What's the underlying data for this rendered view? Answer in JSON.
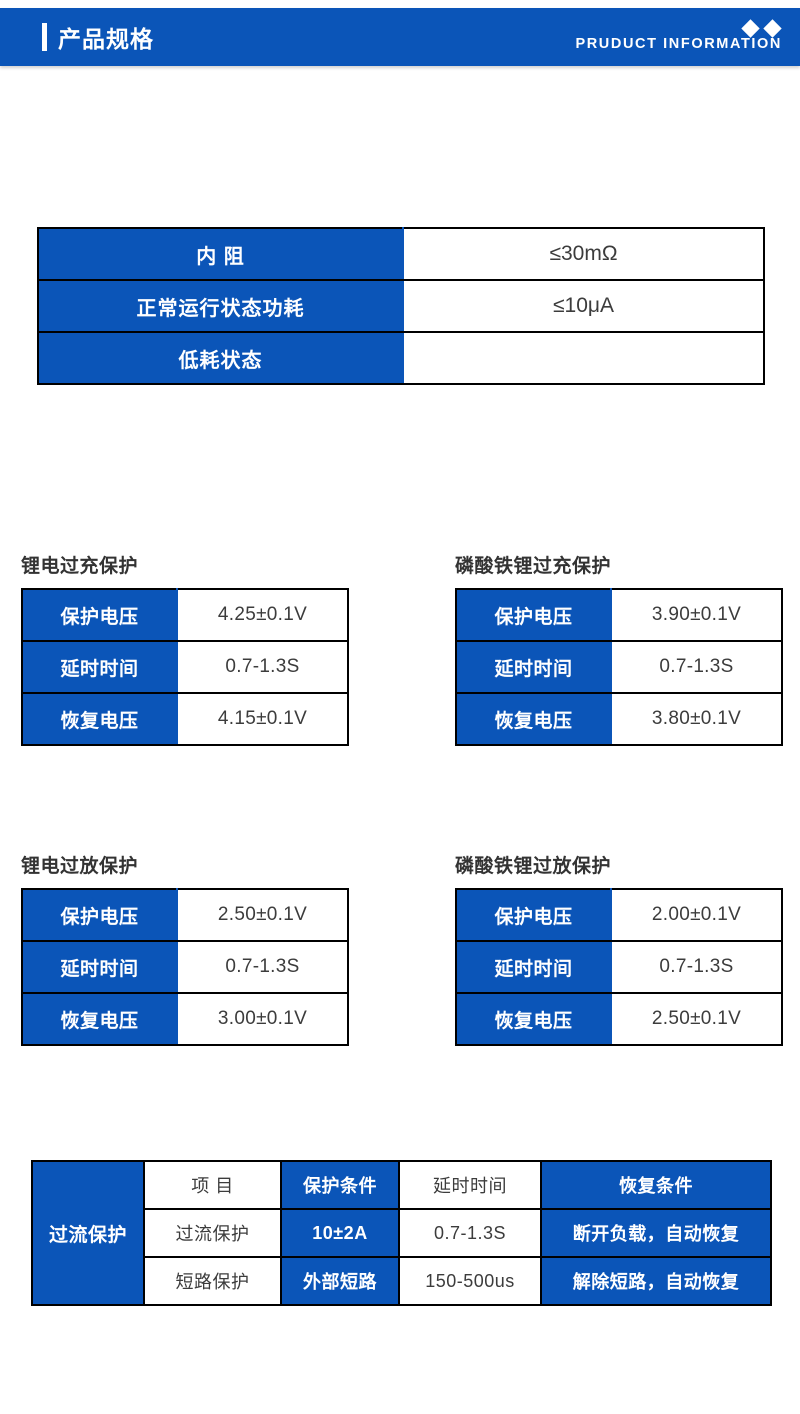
{
  "header": {
    "title": "产品规格",
    "subtitle": "PRUDUCT INFORMATION",
    "accent_color": "#0B55B8",
    "diamond_count": 2
  },
  "specs_table": {
    "rows": [
      {
        "label": "内  阻",
        "value": "≤30mΩ"
      },
      {
        "label": "正常运行状态功耗",
        "value": "≤10μA"
      },
      {
        "label": "低耗状态",
        "value": ""
      }
    ]
  },
  "overcharge_lithium": {
    "title": "锂电过充保护",
    "rows": [
      {
        "label": "保护电压",
        "value": "4.25±0.1V"
      },
      {
        "label": "延时时间",
        "value": "0.7-1.3S"
      },
      {
        "label": "恢复电压",
        "value": "4.15±0.1V"
      }
    ]
  },
  "overcharge_lifepo4": {
    "title": "磷酸铁锂过充保护",
    "rows": [
      {
        "label": "保护电压",
        "value": "3.90±0.1V"
      },
      {
        "label": "延时时间",
        "value": "0.7-1.3S"
      },
      {
        "label": "恢复电压",
        "value": "3.80±0.1V"
      }
    ]
  },
  "overdischarge_lithium": {
    "title": "锂电过放保护",
    "rows": [
      {
        "label": "保护电压",
        "value": "2.50±0.1V"
      },
      {
        "label": "延时时间",
        "value": "0.7-1.3S"
      },
      {
        "label": "恢复电压",
        "value": "3.00±0.1V"
      }
    ]
  },
  "overdischarge_lifepo4": {
    "title": "磷酸铁锂过放保护",
    "rows": [
      {
        "label": "保护电压",
        "value": "2.00±0.1V"
      },
      {
        "label": "延时时间",
        "value": "0.7-1.3S"
      },
      {
        "label": "恢复电压",
        "value": "2.50±0.1V"
      }
    ]
  },
  "overcurrent_table": {
    "row_header": "过流保护",
    "headers": {
      "item": "项  目",
      "condition": "保护条件",
      "delay": "延时时间",
      "recovery": "恢复条件"
    },
    "rows": [
      {
        "item": "过流保护",
        "condition": "10±2A",
        "delay": "0.7-1.3S",
        "recovery": "断开负载，自动恢复"
      },
      {
        "item": "短路保护",
        "condition": "外部短路",
        "delay": "150-500us",
        "recovery": "解除短路，自动恢复"
      }
    ]
  }
}
